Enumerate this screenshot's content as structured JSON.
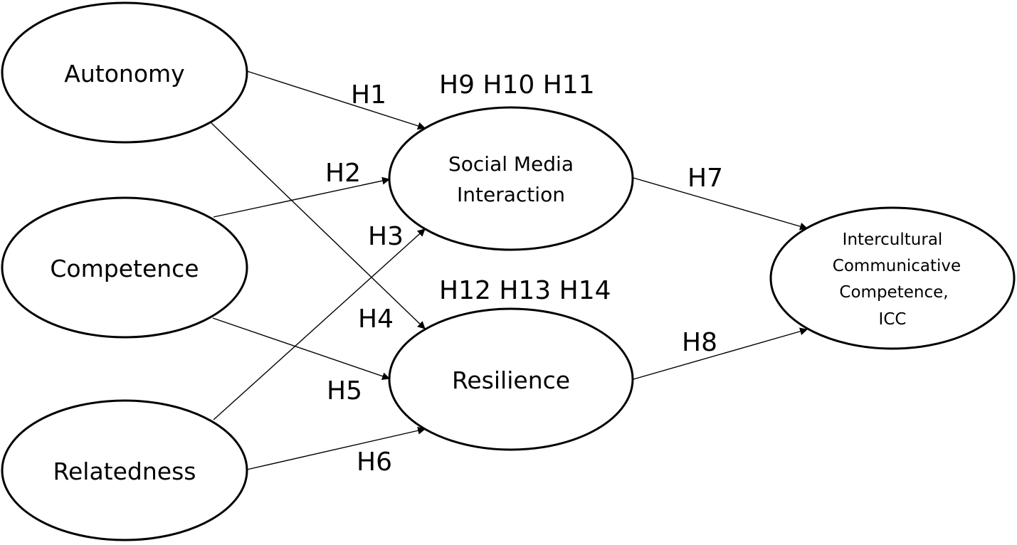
{
  "nodes": {
    "autonomy": {
      "label": [
        "Autonomy"
      ]
    },
    "competence": {
      "label": [
        "Competence"
      ]
    },
    "relatedness": {
      "label": [
        "Relatedness"
      ]
    },
    "smi": {
      "label": [
        "Social Media",
        "Interaction"
      ]
    },
    "resilience": {
      "label": [
        "Resilience"
      ]
    },
    "icc": {
      "label": [
        "Intercultural",
        "Communicative",
        "Competence,",
        "ICC"
      ]
    }
  },
  "edges": [
    {
      "from": "autonomy",
      "to": "smi",
      "label": "H1"
    },
    {
      "from": "competence",
      "to": "smi",
      "label": "H2"
    },
    {
      "from": "relatedness",
      "to": "smi",
      "label": "H3"
    },
    {
      "from": "autonomy",
      "to": "resilience",
      "label": "H4"
    },
    {
      "from": "competence",
      "to": "resilience",
      "label": "H5"
    },
    {
      "from": "relatedness",
      "to": "resilience",
      "label": "H6"
    },
    {
      "from": "smi",
      "to": "icc",
      "label": "H7"
    },
    {
      "from": "resilience",
      "to": "icc",
      "label": "H8"
    }
  ],
  "mediation_labels": {
    "smi": "H9 H10 H11",
    "resilience": "H12 H13 H14"
  }
}
